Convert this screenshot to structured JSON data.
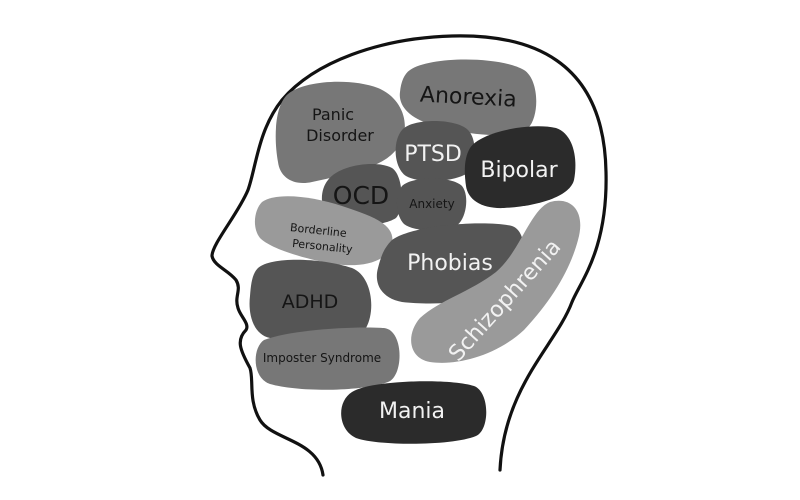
{
  "colors": {
    "background": "#ffffff",
    "outline": "#111111",
    "dark": "#2b2b2b",
    "mid_dark": "#555555",
    "mid": "#777777",
    "light": "#9a9a9a",
    "text_dark": "#151515",
    "text_light": "#f2f2f2"
  },
  "regions": {
    "panic": [
      "Panic",
      "Disorder"
    ],
    "anorexia": "Anorexia",
    "ptsd": "PTSD",
    "bipolar": "Bipolar",
    "ocd": "OCD",
    "anxiety": "Anxiety",
    "borderline": [
      "Borderline",
      "Personality"
    ],
    "phobias": "Phobias",
    "schizophrenia": "Schizophrenia",
    "adhd": "ADHD",
    "imposter": "Imposter Syndrome",
    "mania": "Mania"
  }
}
